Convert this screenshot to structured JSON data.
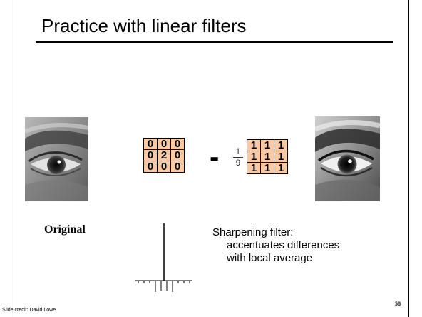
{
  "slide": {
    "title": "Practice with linear filters",
    "credit": "Slide credit: David Lowe",
    "page_number": "58"
  },
  "figure": {
    "original_label": "Original",
    "identity_kernel": [
      [
        "0",
        "0",
        "0"
      ],
      [
        "0",
        "2",
        "0"
      ],
      [
        "0",
        "0",
        "0"
      ]
    ],
    "operator": "-",
    "fraction": {
      "numerator": "1",
      "denominator": "9"
    },
    "box_kernel": [
      [
        "1",
        "1",
        "1"
      ],
      [
        "1",
        "1",
        "1"
      ],
      [
        "1",
        "1",
        "1"
      ]
    ],
    "description": {
      "heading": "Sharpening filter:",
      "lines": [
        "accentuates differences",
        "with local average"
      ]
    },
    "colors": {
      "kernel_fill": "#f9c9a4",
      "rule": "#000000"
    }
  }
}
